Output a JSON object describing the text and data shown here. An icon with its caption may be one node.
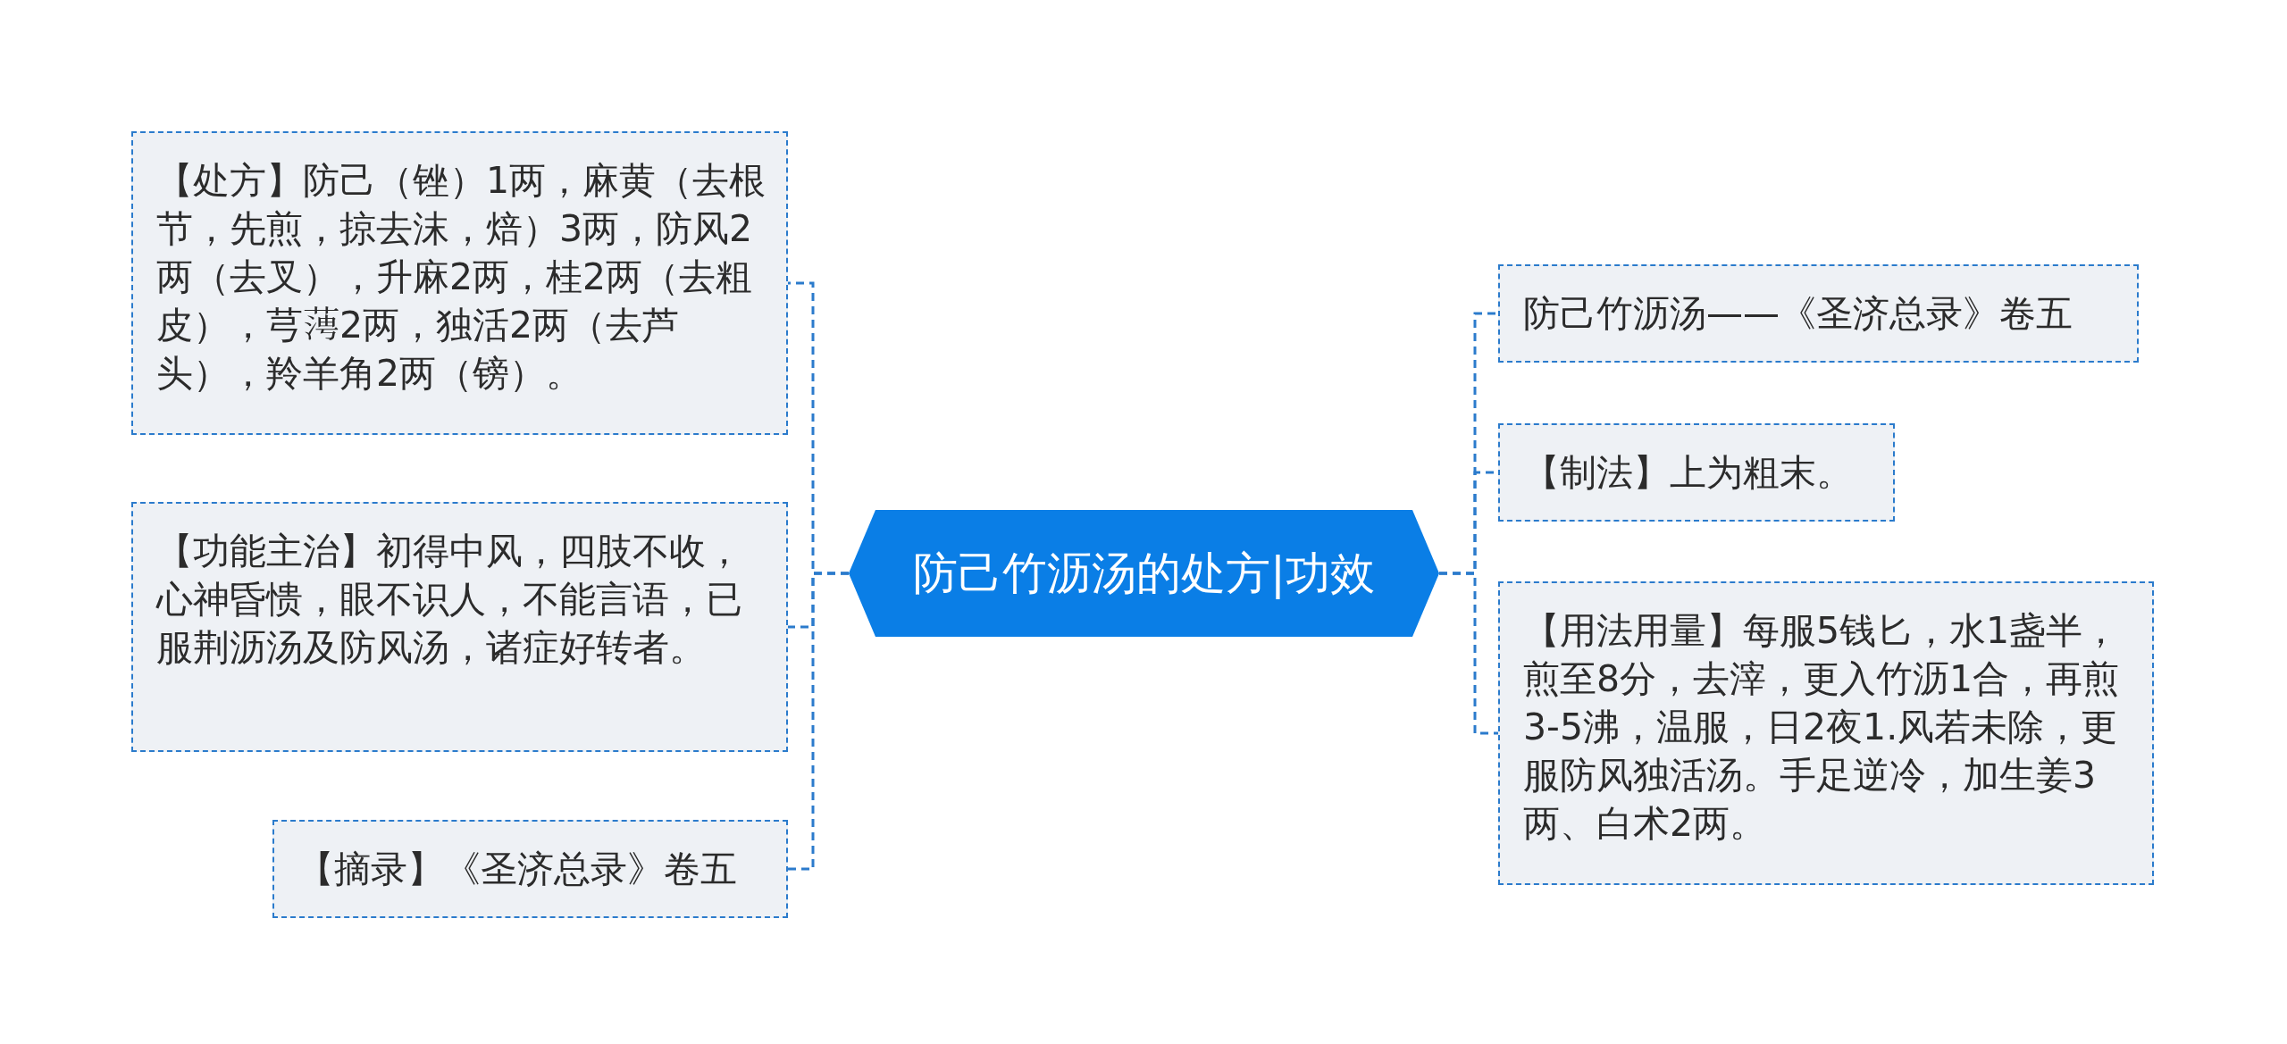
{
  "diagram": {
    "nodes": [
      {
        "text": [
          "防己竹沥汤的处方|功效"
        ]
      },
      {
        "text": [
          "【处方】防己（锉）1两，麻黄（去根节，先煎，掠去沫，焙）3两，防风2两（去叉），升麻2两，桂2两（去粗皮），芎𦶊2两，独活2两（去芦头），羚羊角2两（镑）。"
        ]
      },
      {
        "text": [
          "【功能主治】初得中风，四肢不收，心神昏愦，眼不识人，不能言语，已服荆沥汤及防风汤，诸症好转者。"
        ]
      },
      {
        "text": [
          "【摘录】《圣济总录》卷五"
        ]
      },
      {
        "text": [
          "防己竹沥汤——《圣济总录》卷五"
        ]
      },
      {
        "text": [
          "【制法】上为粗末。"
        ]
      },
      {
        "text": [
          "【用法用量】每服5钱匕，水1盏半，煎至8分，去滓，更入竹沥1合，再煎3-5沸，温服，日2夜1.风若未除，更服防风独活汤。手足逆冷，加生姜3两、白术2两。"
        ]
      }
    ],
    "edges": [
      {
        "from": 0,
        "to": 1,
        "arrow": "none",
        "style": "dashed"
      },
      {
        "from": 0,
        "to": 2,
        "arrow": "none",
        "style": "dashed"
      },
      {
        "from": 0,
        "to": 3,
        "arrow": "none",
        "style": "dashed"
      },
      {
        "from": 0,
        "to": 4,
        "arrow": "none",
        "style": "dashed"
      },
      {
        "from": 0,
        "to": 5,
        "arrow": "none",
        "style": "dashed"
      },
      {
        "from": 0,
        "to": 6,
        "arrow": "none",
        "style": "dashed"
      }
    ]
  }
}
